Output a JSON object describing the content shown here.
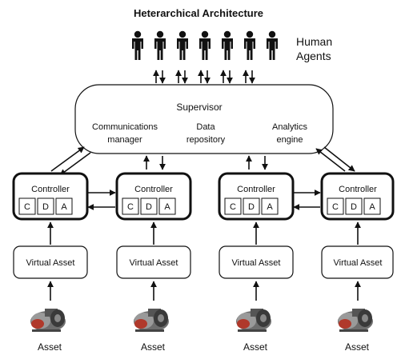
{
  "title": "Heterarchical Architecture",
  "human_agents_label": [
    "Human",
    "Agents"
  ],
  "supervisor": {
    "title": "Supervisor",
    "components": [
      [
        "Communications",
        "manager"
      ],
      [
        "Data",
        "repository"
      ],
      [
        "Analytics",
        "engine"
      ]
    ]
  },
  "controllers": [
    {
      "label": "Controller",
      "cells": [
        "C",
        "D",
        "A"
      ]
    },
    {
      "label": "Controller",
      "cells": [
        "C",
        "D",
        "A"
      ]
    },
    {
      "label": "Controller",
      "cells": [
        "C",
        "D",
        "A"
      ]
    },
    {
      "label": "Controller",
      "cells": [
        "C",
        "D",
        "A"
      ]
    }
  ],
  "virtual_assets": [
    "Virtual Asset",
    "Virtual Asset",
    "Virtual Asset",
    "Virtual Asset"
  ],
  "assets": [
    "Asset",
    "Asset",
    "Asset",
    "Asset"
  ],
  "human_count": 7
}
